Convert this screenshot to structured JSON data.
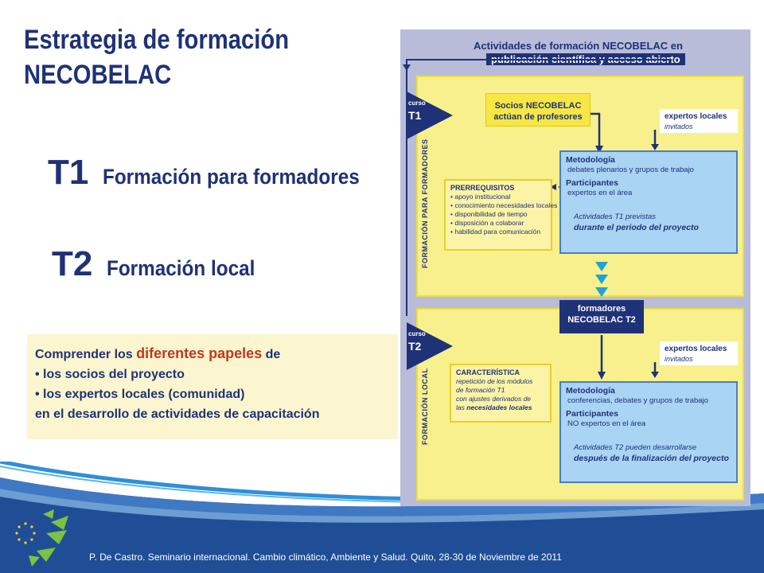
{
  "title": {
    "line1": "Estrategia de formación",
    "line2": "NECOBELAC"
  },
  "sections": [
    {
      "code": "T1",
      "label": "Formación para formadores"
    },
    {
      "code": "T2",
      "label": "Formación local"
    }
  ],
  "roles_box": {
    "intro": "Comprender los",
    "highlight": "diferentes papeles",
    "intro_end": "de",
    "bullets": [
      "• los socios del proyecto",
      "• los expertos locales (comunidad)"
    ],
    "closing": "en el desarrollo de actividades de capacitación"
  },
  "diagram": {
    "title_line1": "Actividades de formación NECOBELAC en",
    "title_line2": "publicación científica y acceso abierto",
    "t1": {
      "curso": "curso",
      "code": "T1",
      "side_label": "FORMACIÓN PARA FORMADORES",
      "socios": [
        "Socios NECOBELAC",
        "actúan de profesores"
      ],
      "expertos": {
        "title": "expertos locales",
        "sub": "invitados"
      },
      "prerequisitos": {
        "heading": "PRERREQUISITOS",
        "items": [
          "• apoyo institucional",
          "• conocimiento necesidades locales",
          "• disponibilidad de tiempo",
          "• disposición a colaborar",
          "• habilidad para comunicación"
        ]
      },
      "metodologia_label": "Metodología",
      "metodologia_text": "debates plenarios y grupos de trabajo",
      "participantes_label": "Participantes",
      "participantes_text": "expertos en el área",
      "actividades_note": "Actividades T1 previstas",
      "actividades_bold": "durante el periodo del proyecto"
    },
    "formadores": [
      "formadores",
      "NECOBELAC T2"
    ],
    "t2": {
      "curso": "curso",
      "code": "T2",
      "side_label": "FORMACIÓN LOCAL",
      "expertos": {
        "title": "expertos locales",
        "sub": "invitados"
      },
      "caracteristica": {
        "heading": "CARACTERÍSTICA",
        "lines": [
          "repetición de los módulos",
          "de formación T1",
          "con ajustes derivados de"
        ],
        "last_prefix": "las",
        "last_bold": "necesidades locales"
      },
      "metodologia_label": "Metodología",
      "metodologia_text": "conferencias, debates y grupos de trabajo",
      "participantes_label": "Participantes",
      "participantes_text": "NO expertos en el área",
      "actividades_note": "Actividades T2 pueden desarrollarse",
      "actividades_bold": "después de la finalización del proyecto"
    }
  },
  "footer": {
    "text": "P. De Castro. Seminario internacional. Cambio climático, Ambiente y Salud. Quito,  28-30 de Noviembre de 2011"
  },
  "colors": {
    "navy": "#1f3277",
    "accent_red": "#c2371e",
    "panel_yellow": "#f7f08c",
    "diagram_bg": "#b9bcd9",
    "light_blue": "#a9d4f3",
    "footer_blue": "#1f4e96"
  }
}
